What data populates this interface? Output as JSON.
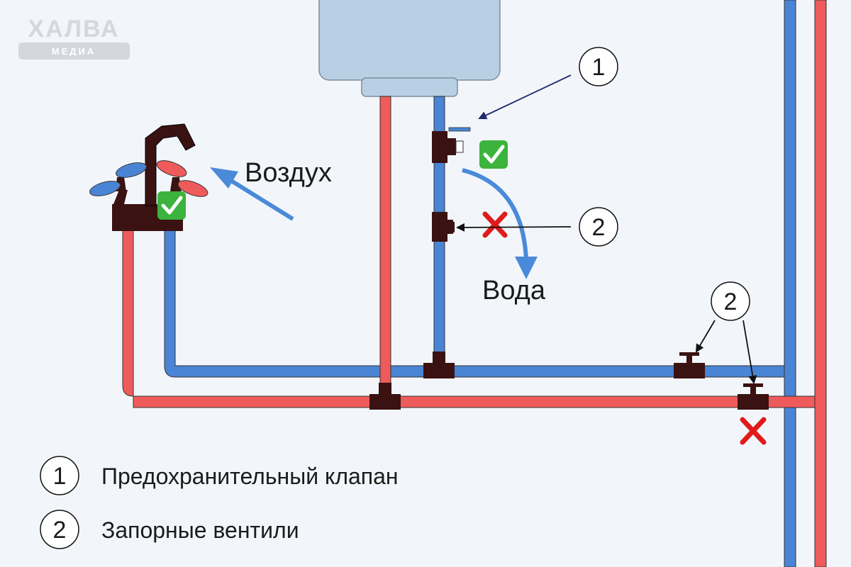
{
  "logo": {
    "name": "ХАЛВА",
    "sub": "МЕДИА"
  },
  "labels": {
    "air": "Воздух",
    "water": "Вода"
  },
  "callouts": {
    "one": "1",
    "two": "2"
  },
  "legend": [
    {
      "num": "1",
      "text": "Предохранительный клапан"
    },
    {
      "num": "2",
      "text": "Запорные вентили"
    }
  ],
  "colors": {
    "hot_pipe": "#ef5b5b",
    "cold_pipe": "#4a84d4",
    "fitting": "#3a1212",
    "arrow": "#4a8ad8",
    "cross": "#e01b1b",
    "check": "#3cb33c",
    "tank": "#b9d0e4"
  }
}
